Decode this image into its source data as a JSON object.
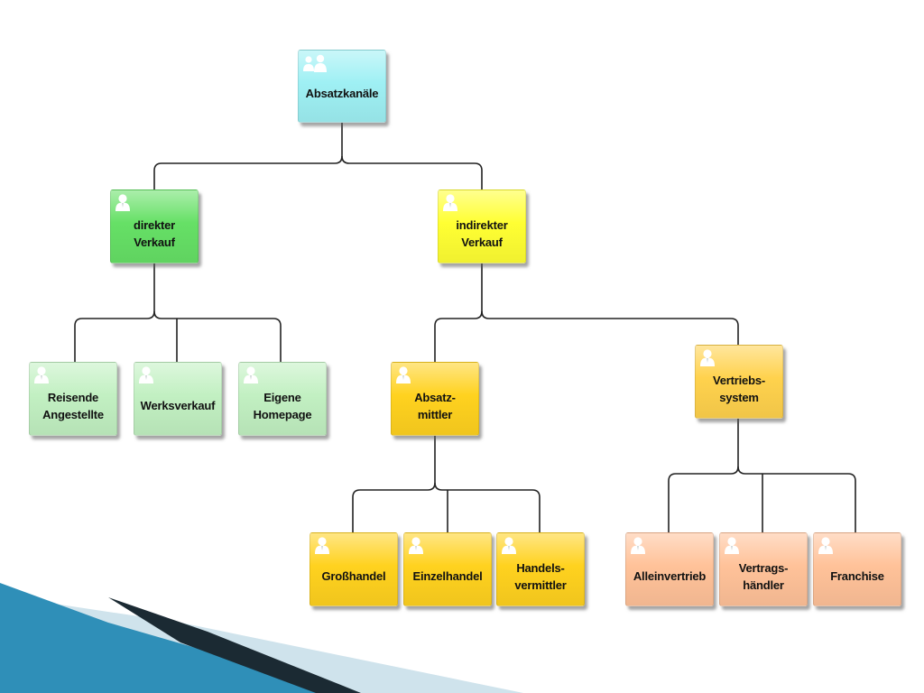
{
  "diagram": {
    "root": {
      "label": "Absatzkanäle",
      "icon": "group-people-icon",
      "color": "#9ff0f4"
    },
    "nodes": {
      "direkt": {
        "label": "direkter\nVerkauf",
        "icon": "person-icon",
        "color": "#66e066"
      },
      "indirekt": {
        "label": "indirekter\nVerkauf",
        "icon": "person-icon",
        "color": "#ffff33"
      },
      "reisende": {
        "label": "Reisende\nAngestellte",
        "icon": "person-icon",
        "color": "#c2f0c2"
      },
      "werksverkauf": {
        "label": "Werksverkauf",
        "icon": "person-icon",
        "color": "#c2f0c2"
      },
      "homepage": {
        "label": "Eigene\nHomepage",
        "icon": "person-icon",
        "color": "#c2f0c2"
      },
      "absatzmittler": {
        "label": "Absatz-\nmittler",
        "icon": "person-icon",
        "color": "#ffd21f"
      },
      "vertriebssystem": {
        "label": "Vertriebs-\nsystem",
        "icon": "person-icon",
        "color": "#ffd24d"
      },
      "grosshandel": {
        "label": "Großhandel",
        "icon": "person-icon",
        "color": "#ffd21f"
      },
      "einzelhandel": {
        "label": "Einzelhandel",
        "icon": "person-icon",
        "color": "#ffd21f"
      },
      "handelsvermittler": {
        "label": "Handels-\nvermittler",
        "icon": "person-icon",
        "color": "#ffd21f"
      },
      "alleinvertrieb": {
        "label": "Alleinvertrieb",
        "icon": "person-icon",
        "color": "#ffc299"
      },
      "vertragshaendler": {
        "label": "Vertrags-\nhändler",
        "icon": "person-icon",
        "color": "#ffc299"
      },
      "franchise": {
        "label": "Franchise",
        "icon": "person-icon",
        "color": "#ffc299"
      }
    }
  },
  "theme": {
    "connector_color": "#222222",
    "corner_swoosh_dark": "#1b2a33",
    "corner_swoosh_blue": "#2f8fb8",
    "corner_swoosh_light": "#cfe3ec"
  }
}
